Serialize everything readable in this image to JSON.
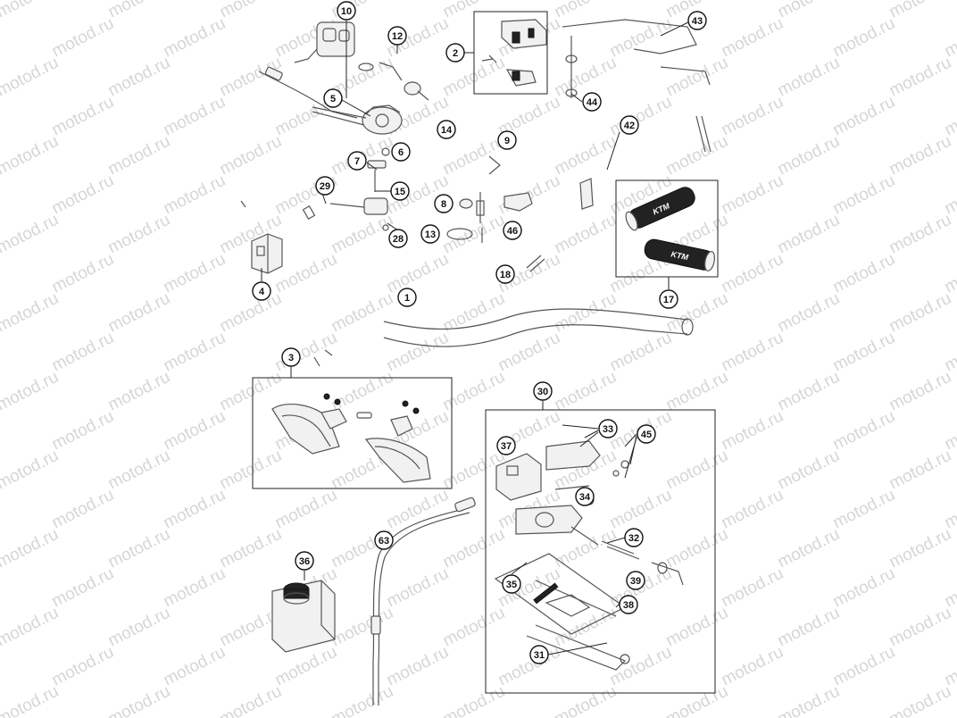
{
  "watermark": "motod.ru",
  "grip_brand": "KTM",
  "callouts": [
    "10",
    "12",
    "2",
    "43",
    "5",
    "44",
    "14",
    "42",
    "9",
    "6",
    "7",
    "29",
    "15",
    "8",
    "46",
    "13",
    "28",
    "4",
    "1",
    "18",
    "17",
    "3",
    "30",
    "33",
    "45",
    "37",
    "34",
    "63",
    "32",
    "36",
    "35",
    "39",
    "38",
    "31"
  ]
}
